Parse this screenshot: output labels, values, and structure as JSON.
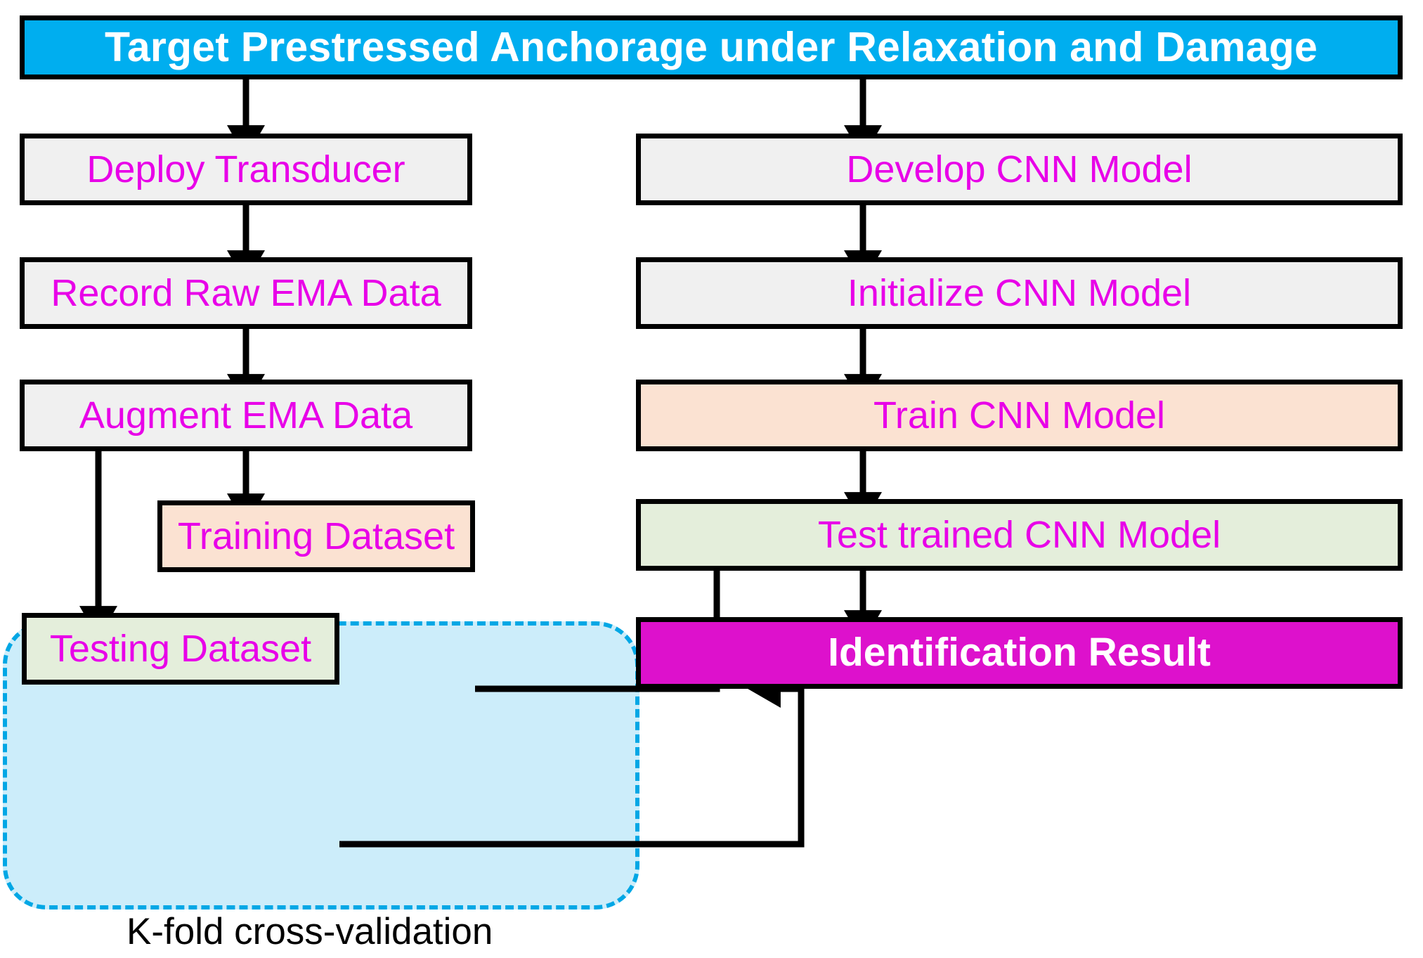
{
  "diagram": {
    "title": "Target Prestressed Anchorage under Relaxation and Damage",
    "kfold_label": "K-fold cross-validation",
    "colors": {
      "title_fill": "#00AEEF",
      "title_text": "#FFFFFF",
      "process_fill": "#F0F0F0",
      "process_text": "#E800E8",
      "train_fill": "#FBE2D2",
      "test_fill": "#E4EEDB",
      "result_fill": "#DD11CC",
      "result_text": "#FFFFFF",
      "kfold_fill": "#CCEDFA",
      "kfold_border": "#00A7E5",
      "connector": "#000000",
      "node_border": "#000000"
    },
    "left_column": [
      {
        "id": "deploy-transducer",
        "label": "Deploy Transducer"
      },
      {
        "id": "record-raw-ema",
        "label": "Record Raw EMA Data"
      },
      {
        "id": "augment-ema",
        "label": "Augment EMA Data"
      }
    ],
    "kfold_nodes": [
      {
        "id": "training-dataset",
        "label": "Training Dataset"
      },
      {
        "id": "testing-dataset",
        "label": "Testing Dataset"
      }
    ],
    "right_column": [
      {
        "id": "develop-cnn",
        "label": "Develop CNN Model"
      },
      {
        "id": "initialize-cnn",
        "label": "Initialize CNN Model"
      },
      {
        "id": "train-cnn",
        "label": "Train CNN Model"
      },
      {
        "id": "test-cnn",
        "label": "Test trained CNN Model"
      },
      {
        "id": "identification-result",
        "label": "Identification Result"
      }
    ],
    "connections": [
      {
        "from": "title",
        "to": "deploy-transducer"
      },
      {
        "from": "title",
        "to": "develop-cnn"
      },
      {
        "from": "deploy-transducer",
        "to": "record-raw-ema"
      },
      {
        "from": "record-raw-ema",
        "to": "augment-ema"
      },
      {
        "from": "augment-ema",
        "to": "training-dataset"
      },
      {
        "from": "augment-ema",
        "to": "testing-dataset"
      },
      {
        "from": "training-dataset",
        "to": "train-cnn"
      },
      {
        "from": "testing-dataset",
        "to": "test-cnn"
      },
      {
        "from": "develop-cnn",
        "to": "initialize-cnn"
      },
      {
        "from": "initialize-cnn",
        "to": "train-cnn"
      },
      {
        "from": "train-cnn",
        "to": "test-cnn"
      },
      {
        "from": "test-cnn",
        "to": "identification-result"
      }
    ]
  }
}
